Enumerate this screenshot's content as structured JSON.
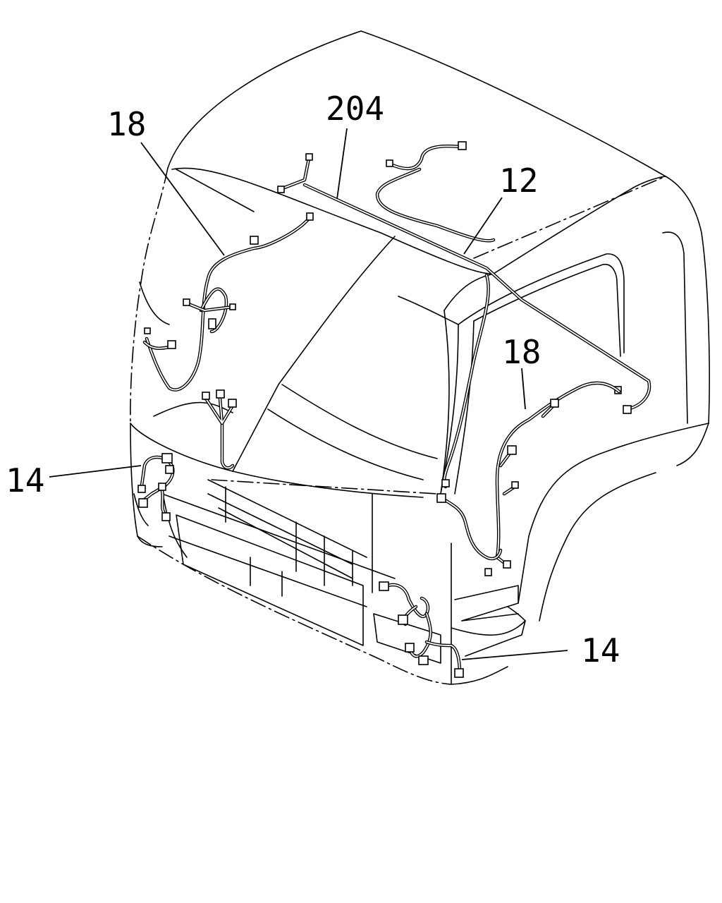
{
  "callouts": {
    "c204": "204",
    "c18_left": "18",
    "c12": "12",
    "c18_right": "18",
    "c14_left": "14",
    "c14_right": "14"
  }
}
